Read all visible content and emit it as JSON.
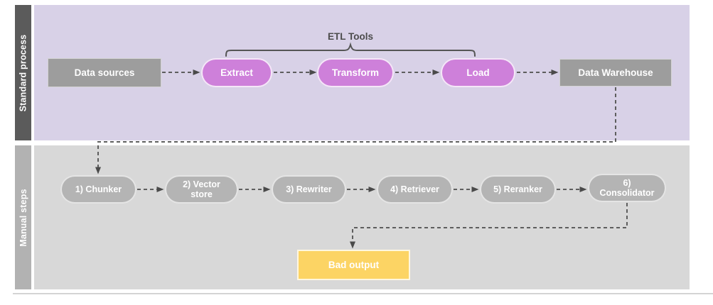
{
  "diagram": {
    "annotation": {
      "label": "ETL Tools"
    },
    "lanes": [
      {
        "label": "Standard process",
        "nodes": [
          {
            "label": "Data sources",
            "shape": "rect"
          },
          {
            "label": "Extract",
            "shape": "pill"
          },
          {
            "label": "Transform",
            "shape": "pill"
          },
          {
            "label": "Load",
            "shape": "pill"
          },
          {
            "label": "Data Warehouse",
            "shape": "rect"
          }
        ]
      },
      {
        "label": "Manual steps",
        "nodes": [
          {
            "label": "1) Chunker",
            "shape": "pill"
          },
          {
            "label": "2) Vector store",
            "shape": "pill"
          },
          {
            "label": "3) Rewriter",
            "shape": "pill"
          },
          {
            "label": "4) Retriever",
            "shape": "pill"
          },
          {
            "label": "5) Reranker",
            "shape": "pill"
          },
          {
            "label": "6) Consolidator",
            "shape": "pill"
          },
          {
            "label": "Bad output",
            "shape": "rect"
          }
        ]
      }
    ],
    "colors": {
      "lane1_background": "#d8d1e7",
      "lane1_bar": "#5b5b5b",
      "lane2_background": "#d8d8d8",
      "lane2_bar": "#b2b2b2",
      "etl_pill": "#ce80da",
      "gray_node": "#9d9d9d",
      "gray_pill": "#b4b4b4",
      "bad_output_yellow": "#fcd464",
      "connector": "#5e5e5e"
    }
  }
}
